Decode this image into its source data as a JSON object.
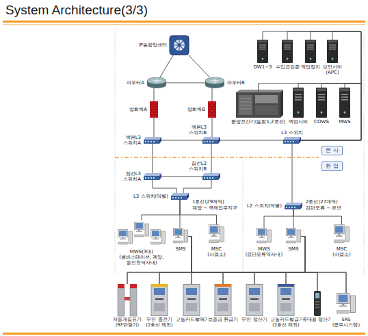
{
  "diagram": {
    "title": "System Architecture(3/3)",
    "nodes": [
      {
        "text": [
          "IP통합망센터"
        ]
      },
      {
        "text": [
          "라우터A"
        ]
      },
      {
        "text": [
          "라우터B"
        ]
      },
      {
        "text": [
          "방화벽A"
        ]
      },
      {
        "text": [
          "방화벽B"
        ]
      },
      {
        "text": [
          "백본L3 스위치A"
        ]
      },
      {
        "text": [
          "백본L3 스위치B"
        ]
      },
      {
        "text": [
          "DW1~3"
        ]
      },
      {
        "text": [
          "수입금검증"
        ]
      },
      {
        "text": [
          "백업장치"
        ]
      },
      {
        "text": [
          "보안서버 (APC)"
        ]
      },
      {
        "text": [
          "중앙전산기(통합1,2호선)"
        ]
      },
      {
        "text": [
          "백업서버"
        ]
      },
      {
        "text": [
          "COWS"
        ]
      },
      {
        "text": [
          "MWS"
        ]
      },
      {
        "text": [
          "L3 스위치"
        ]
      },
      {
        "text": [
          "본 사"
        ]
      },
      {
        "text": [
          "현 업"
        ]
      },
      {
        "text": [
          "집선L3 스위치A"
        ]
      },
      {
        "text": [
          "집선L3 스위치B"
        ]
      },
      {
        "text": [
          "L3 스위치(역별)"
        ]
      },
      {
        "text": [
          "L2 스위치(역별)"
        ]
      },
      {
        "text": [
          "MWS(3대)",
          "(콤비스테이션, 계양, 동인천역사내)"
        ]
      },
      {
        "text": [
          "SMS"
        ]
      },
      {
        "text": [
          "MSC (사업소)"
        ]
      },
      {
        "text": [
          "MWS (검단오류역사내)"
        ]
      },
      {
        "text": [
          "SMS"
        ]
      },
      {
        "text": [
          "MSC (사업소)"
        ]
      },
      {
        "text": [
          "자동개집표기 (RF단말기)"
        ]
      },
      {
        "text": [
          "무인 충전기 (2호선 제외)"
        ]
      },
      {
        "text": [
          "교통카드발매기"
        ]
      },
      {
        "text": [
          "보증금 환급기"
        ]
      },
      {
        "text": [
          "무인 정산기"
        ]
      },
      {
        "text": [
          "교통카드발급기 (2호선 제외)"
        ]
      },
      {
        "text": [
          "휴대용 정산기"
        ]
      },
      {
        "text": [
          "SRS (공무시스템)"
        ]
      }
    ],
    "edges": [
      {
        "from": 0,
        "to": 1,
        "arrow": "none"
      },
      {
        "from": 0,
        "to": 2,
        "arrow": "none"
      },
      {
        "from": 1,
        "to": 2,
        "arrow": "none"
      },
      {
        "from": 1,
        "to": 3,
        "arrow": "none"
      },
      {
        "from": 2,
        "to": 4,
        "arrow": "none"
      },
      {
        "from": 3,
        "to": 5,
        "arrow": "none"
      },
      {
        "from": 4,
        "to": 6,
        "arrow": "none"
      },
      {
        "from": 5,
        "to": 6,
        "arrow": "none"
      },
      {
        "from": 6,
        "to": 15,
        "arrow": "none"
      },
      {
        "from": 15,
        "to": 7,
        "arrow": "none"
      },
      {
        "from": 15,
        "to": 8,
        "arrow": "none"
      },
      {
        "from": 15,
        "to": 9,
        "arrow": "none"
      },
      {
        "from": 15,
        "to": 10,
        "arrow": "none"
      },
      {
        "from": 15,
        "to": 11,
        "arrow": "none"
      },
      {
        "from": 15,
        "to": 12,
        "arrow": "none"
      },
      {
        "from": 15,
        "to": 13,
        "arrow": "none"
      },
      {
        "from": 15,
        "to": 14,
        "arrow": "none"
      },
      {
        "from": 5,
        "to": 18,
        "arrow": "none"
      },
      {
        "from": 6,
        "to": 19,
        "arrow": "none"
      },
      {
        "from": 18,
        "to": 19,
        "arrow": "none"
      },
      {
        "from": 18,
        "to": 20,
        "arrow": "none"
      },
      {
        "from": 19,
        "to": 20,
        "arrow": "none"
      },
      {
        "from": 15,
        "to": 21,
        "arrow": "none"
      },
      {
        "from": 20,
        "to": 22,
        "arrow": "none"
      },
      {
        "from": 20,
        "to": 23,
        "arrow": "none"
      },
      {
        "from": 20,
        "to": 24,
        "arrow": "none"
      },
      {
        "from": 21,
        "to": 25,
        "arrow": "none"
      },
      {
        "from": 21,
        "to": 26,
        "arrow": "none"
      },
      {
        "from": 21,
        "to": 27,
        "arrow": "none"
      },
      {
        "from": 23,
        "to": 28,
        "arrow": "none"
      },
      {
        "from": 23,
        "to": 29,
        "arrow": "none"
      },
      {
        "from": 23,
        "to": 30,
        "arrow": "none"
      },
      {
        "from": 23,
        "to": 31,
        "arrow": "none"
      },
      {
        "from": 23,
        "to": 32,
        "arrow": "none"
      },
      {
        "from": 23,
        "to": 33,
        "arrow": "none"
      },
      {
        "from": 23,
        "to": 34,
        "arrow": "none"
      },
      {
        "from": 23,
        "to": 35,
        "arrow": "none"
      },
      {
        "from": 26,
        "to": 28,
        "arrow": "none"
      },
      {
        "from": 26,
        "to": 29,
        "arrow": "none"
      },
      {
        "from": 26,
        "to": 30,
        "arrow": "none"
      },
      {
        "from": 26,
        "to": 31,
        "arrow": "none"
      },
      {
        "from": 26,
        "to": 32,
        "arrow": "none"
      },
      {
        "from": 26,
        "to": 33,
        "arrow": "none"
      },
      {
        "from": 26,
        "to": 34,
        "arrow": "none"
      },
      {
        "from": 26,
        "to": 35,
        "arrow": "none"
      }
    ],
    "labels": [
      "1호선(29개역)",
      "계양 ~ 국제업무지구",
      "2호선(27개역)",
      "검단오류 ~ 운연"
    ]
  }
}
